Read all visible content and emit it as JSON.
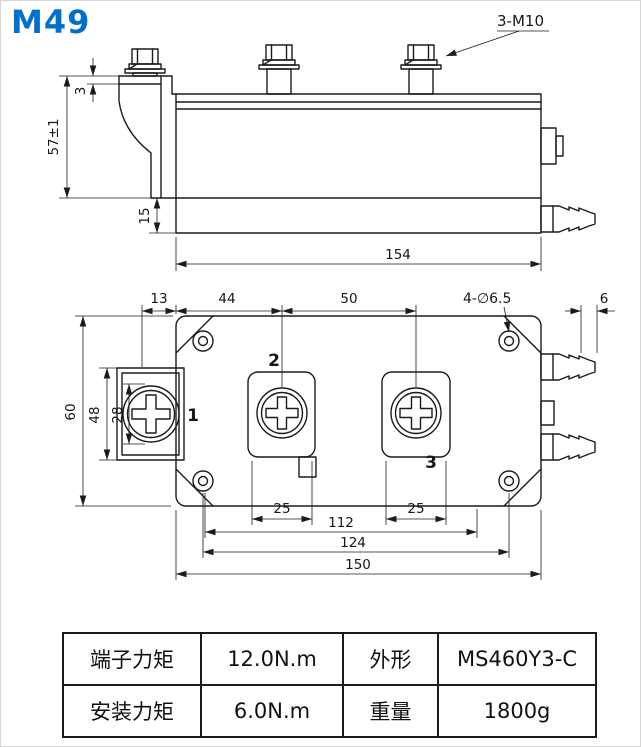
{
  "colors": {
    "title_blue": "#0070cc",
    "line": "#1b1b1b"
  },
  "title": "M49",
  "side_view": {
    "callout_bolts": "3-M10",
    "dim_step": "3",
    "dim_total_height": "57±1",
    "dim_base_height": "15",
    "dim_length": "154"
  },
  "plan_view": {
    "callout_holes": "4-∅6.5",
    "terminal_1": "1",
    "terminal_2": "2",
    "terminal_3": "3",
    "dim_13": "13",
    "dim_44": "44",
    "dim_50": "50",
    "dim_6": "6",
    "dim_60": "60",
    "dim_48": "48",
    "dim_28": "28",
    "dim_25_left": "25",
    "dim_25_right": "25",
    "dim_112": "112",
    "dim_124": "124",
    "dim_150": "150"
  },
  "spec_table": {
    "rows": [
      {
        "c0": "端子力矩",
        "c1": "12.0N.m",
        "c2": "外形",
        "c3": "MS460Y3-C"
      },
      {
        "c0": "安装力矩",
        "c1": "6.0N.m",
        "c2": "重量",
        "c3": "1800g"
      }
    ]
  }
}
